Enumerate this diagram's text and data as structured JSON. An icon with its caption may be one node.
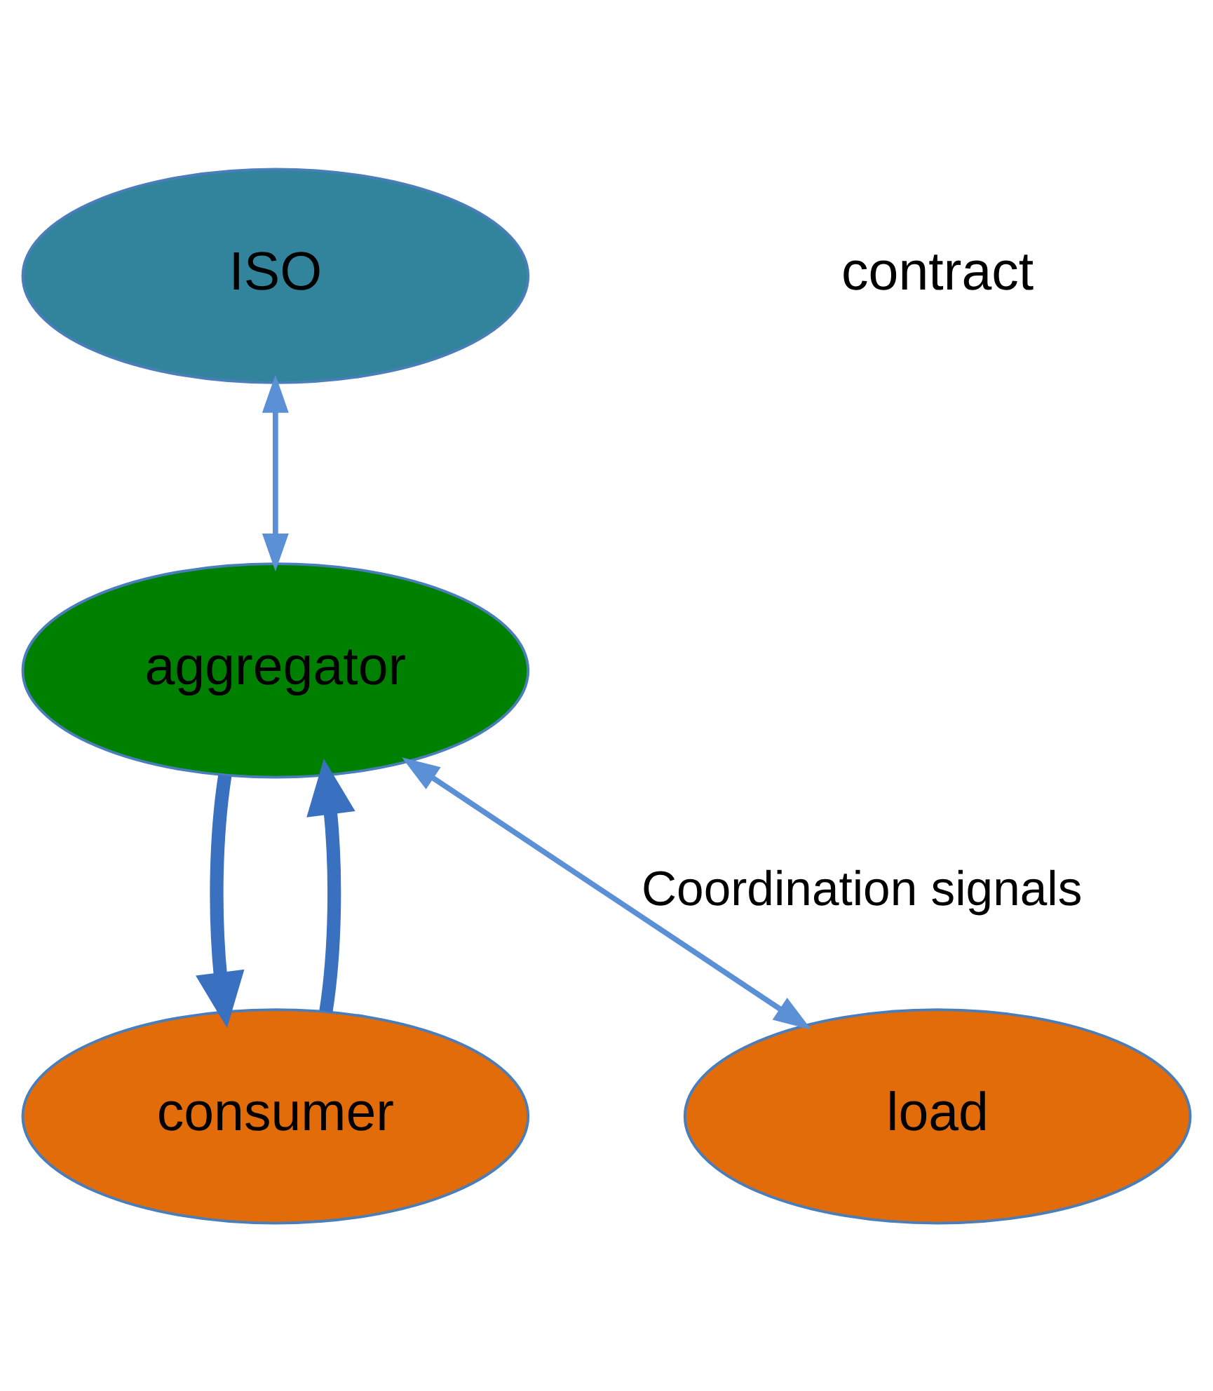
{
  "diagram": {
    "nodes": [
      {
        "text": [
          "ISO"
        ]
      },
      {
        "text": [
          "aggregator"
        ]
      },
      {
        "text": [
          "consumer"
        ]
      },
      {
        "text": [
          "load"
        ]
      }
    ],
    "edges": [
      {
        "from": 0,
        "to": 1,
        "arrow": "both",
        "color": "#5b8fd6"
      },
      {
        "from": 1,
        "to": 3,
        "arrow": "both",
        "label": "Coordination signals",
        "color": "#5b8fd6"
      },
      {
        "from": 2,
        "to": 1,
        "arrow": "to",
        "style": "thick",
        "color": "#3a70c0"
      },
      {
        "from": 1,
        "to": 2,
        "arrow": "to",
        "style": "thick",
        "color": "#3a70c0"
      }
    ],
    "labels": [
      "contract"
    ]
  }
}
